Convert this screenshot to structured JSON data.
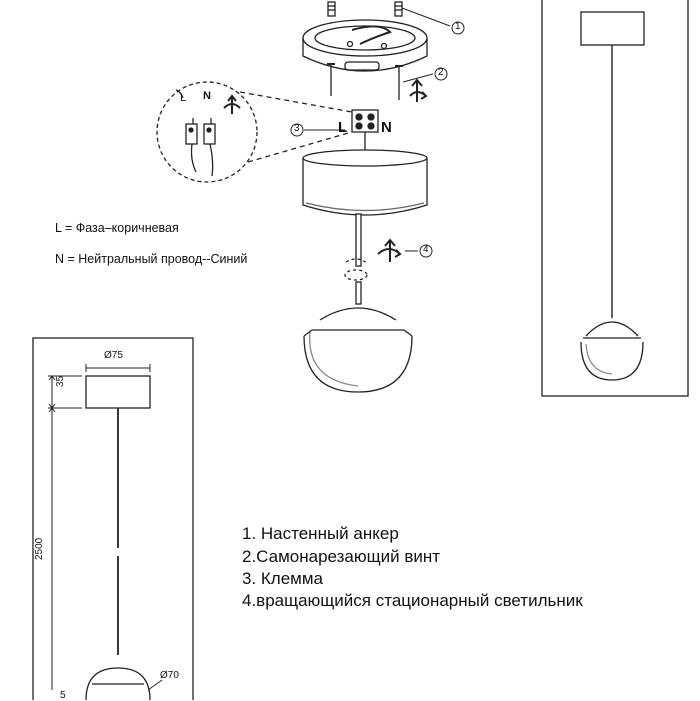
{
  "callouts": {
    "c1": "1",
    "c2": "2",
    "c3": "3",
    "c4": "4"
  },
  "terminal": {
    "l": "L",
    "n": "N"
  },
  "inset": {
    "l": "L",
    "n": "N"
  },
  "legend": {
    "line1": "L = Фаза–коричневая",
    "line2": "N = Нейтральный провод--Синий"
  },
  "dimensions": {
    "canopy_diameter": "Ø75",
    "canopy_height": "35",
    "cable_length": "2500",
    "shade_diameter": "Ø70",
    "shade_height_partial": "5"
  },
  "parts": [
    "1. Настенный анкер",
    "2.Самонарезающий винт",
    "3. Клемма",
    "4.вращающийся стационарный светильник"
  ]
}
